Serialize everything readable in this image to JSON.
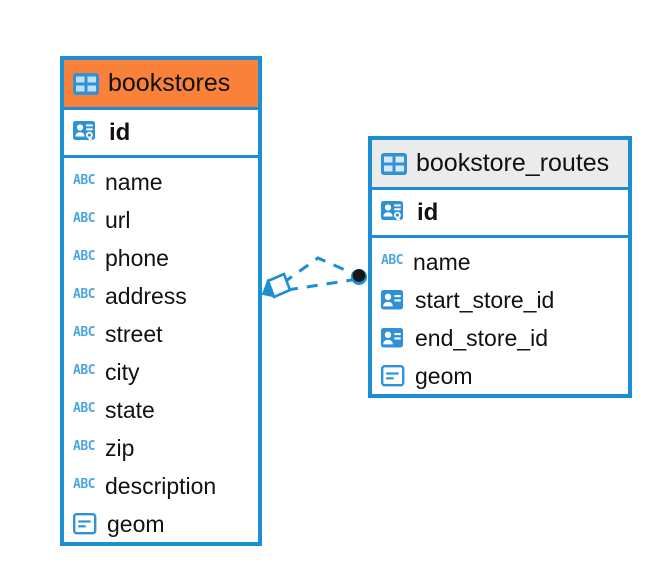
{
  "diagram": {
    "type": "entity-relationship-diagram",
    "background": "#ffffff",
    "accent_color": "#1c8fd4",
    "highlight_color": "#f9813a",
    "header_grey": "#ebebeb"
  },
  "entities": [
    {
      "name": "bookstores",
      "header_icon": "table-icon",
      "header_style": "orange",
      "primary_key": {
        "label": "id",
        "icon": "primary-key-icon"
      },
      "fields": [
        {
          "label": "name",
          "icon": "abc-icon",
          "type": "text"
        },
        {
          "label": "url",
          "icon": "abc-icon",
          "type": "text"
        },
        {
          "label": "phone",
          "icon": "abc-icon",
          "type": "text"
        },
        {
          "label": "address",
          "icon": "abc-icon",
          "type": "text"
        },
        {
          "label": "street",
          "icon": "abc-icon",
          "type": "text"
        },
        {
          "label": "city",
          "icon": "abc-icon",
          "type": "text"
        },
        {
          "label": "state",
          "icon": "abc-icon",
          "type": "text"
        },
        {
          "label": "zip",
          "icon": "abc-icon",
          "type": "text"
        },
        {
          "label": "description",
          "icon": "abc-icon",
          "type": "text"
        },
        {
          "label": "geom",
          "icon": "geometry-icon",
          "type": "geometry"
        }
      ]
    },
    {
      "name": "bookstore_routes",
      "header_icon": "table-icon",
      "header_style": "grey",
      "primary_key": {
        "label": "id",
        "icon": "primary-key-icon"
      },
      "fields": [
        {
          "label": "name",
          "icon": "abc-icon",
          "type": "text"
        },
        {
          "label": "start_store_id",
          "icon": "foreign-key-icon",
          "type": "reference"
        },
        {
          "label": "end_store_id",
          "icon": "foreign-key-icon",
          "type": "reference"
        },
        {
          "label": "geom",
          "icon": "geometry-icon",
          "type": "geometry"
        }
      ]
    }
  ],
  "relationship": {
    "from_entity": "bookstores",
    "to_entity": "bookstore_routes",
    "from_marker": "diamond-marker",
    "to_marker": "circle-marker",
    "line_style": "dashed",
    "color": "#1c8fd4"
  },
  "abc_glyph": "ABC"
}
